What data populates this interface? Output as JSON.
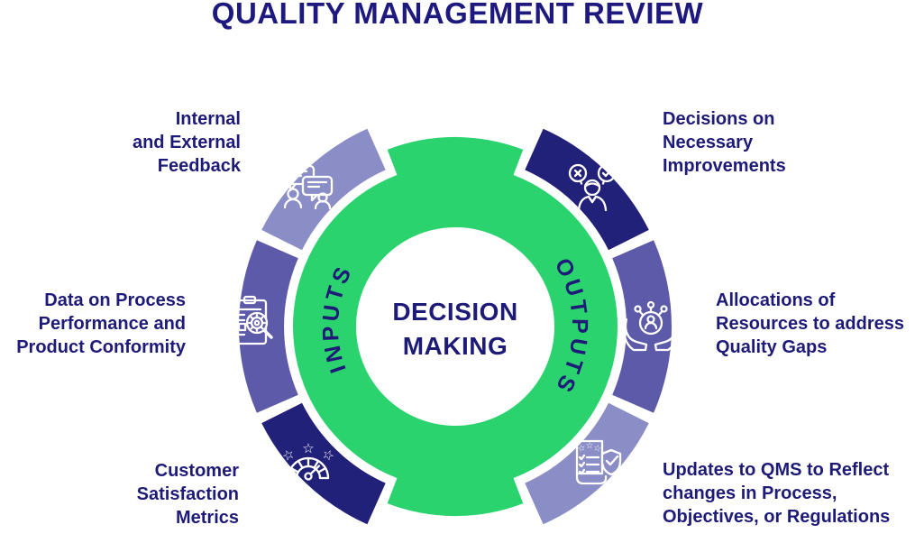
{
  "title": "QUALITY MANAGEMENT REVIEW",
  "center_label": "DECISION\nMAKING",
  "ring": {
    "inputs_label": "INPUTS",
    "outputs_label": "OUTPUTS"
  },
  "colors": {
    "navy": "#22217a",
    "purple": "#5c5aa9",
    "lavender": "#8a8dc6",
    "green": "#2bd36e",
    "text_navy": "#1e1b78",
    "icon_white": "#ffffff",
    "background": "#ffffff"
  },
  "inputs": [
    {
      "label": "Internal\nand External\nFeedback",
      "icon": "feedback-chat-icon",
      "segment_color": "lavender"
    },
    {
      "label": "Data on Process\nPerformance and\nProduct Conformity",
      "icon": "process-audit-icon",
      "segment_color": "purple"
    },
    {
      "label": "Customer\nSatisfaction\nMetrics",
      "icon": "satisfaction-gauge-icon",
      "segment_color": "navy"
    }
  ],
  "outputs": [
    {
      "label": "Decisions on\nNecessary\nImprovements",
      "icon": "decision-choice-icon",
      "segment_color": "navy"
    },
    {
      "label": "Allocations of\nResources to address\nQuality Gaps",
      "icon": "resource-allocation-icon",
      "segment_color": "purple"
    },
    {
      "label": "Updates to QMS to Reflect\nchanges in Process,\nObjectives, or Regulations",
      "icon": "qms-update-icon",
      "segment_color": "lavender"
    }
  ]
}
